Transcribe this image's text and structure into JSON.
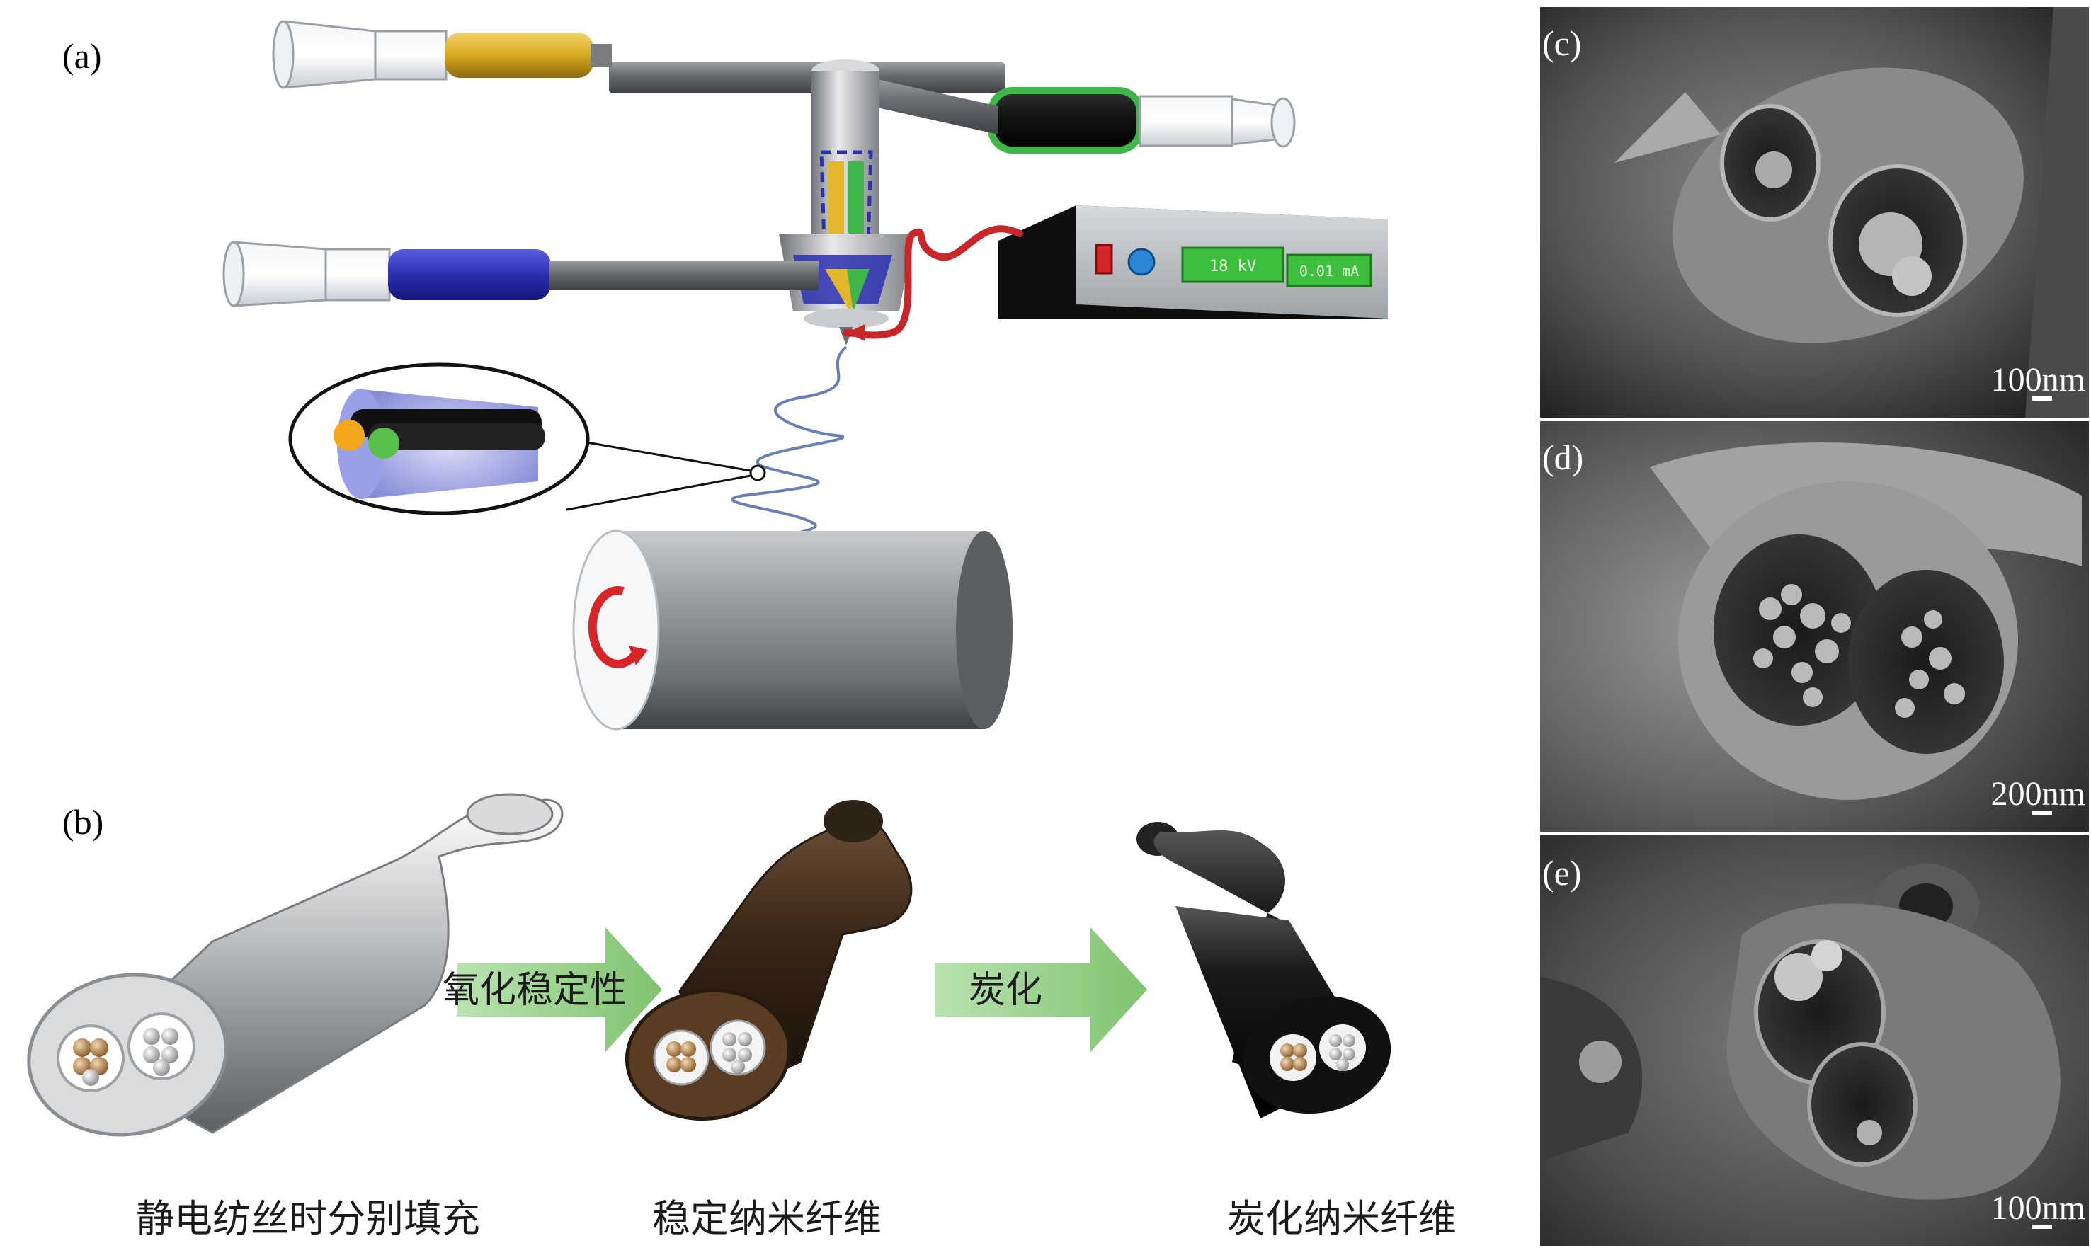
{
  "panels": {
    "a": {
      "label": "(a)"
    },
    "b": {
      "label": "(b)"
    },
    "c": {
      "label": "(c)",
      "scale": "100nm"
    },
    "d": {
      "label": "(d)",
      "scale": "200nm"
    },
    "e": {
      "label": "(e)",
      "scale": "100nm"
    }
  },
  "power_supply": {
    "voltage": "18 kV",
    "current": "0.01 mA"
  },
  "process": {
    "step1_arrow": "氧化稳定性",
    "step2_arrow": "炭化",
    "stage1_caption": "静电纺丝时分别填充",
    "stage2_caption": "稳定纳米纤维",
    "stage3_caption": "炭化纳米纤维"
  },
  "colors": {
    "syringe_yellow": "#e2b82a",
    "syringe_green": "#3fb54a",
    "syringe_blue": "#2b2fb0",
    "arrow_green": "#8fcf8a",
    "lcd_green": "#3cbf3c",
    "rotation_red": "#d7262a"
  }
}
